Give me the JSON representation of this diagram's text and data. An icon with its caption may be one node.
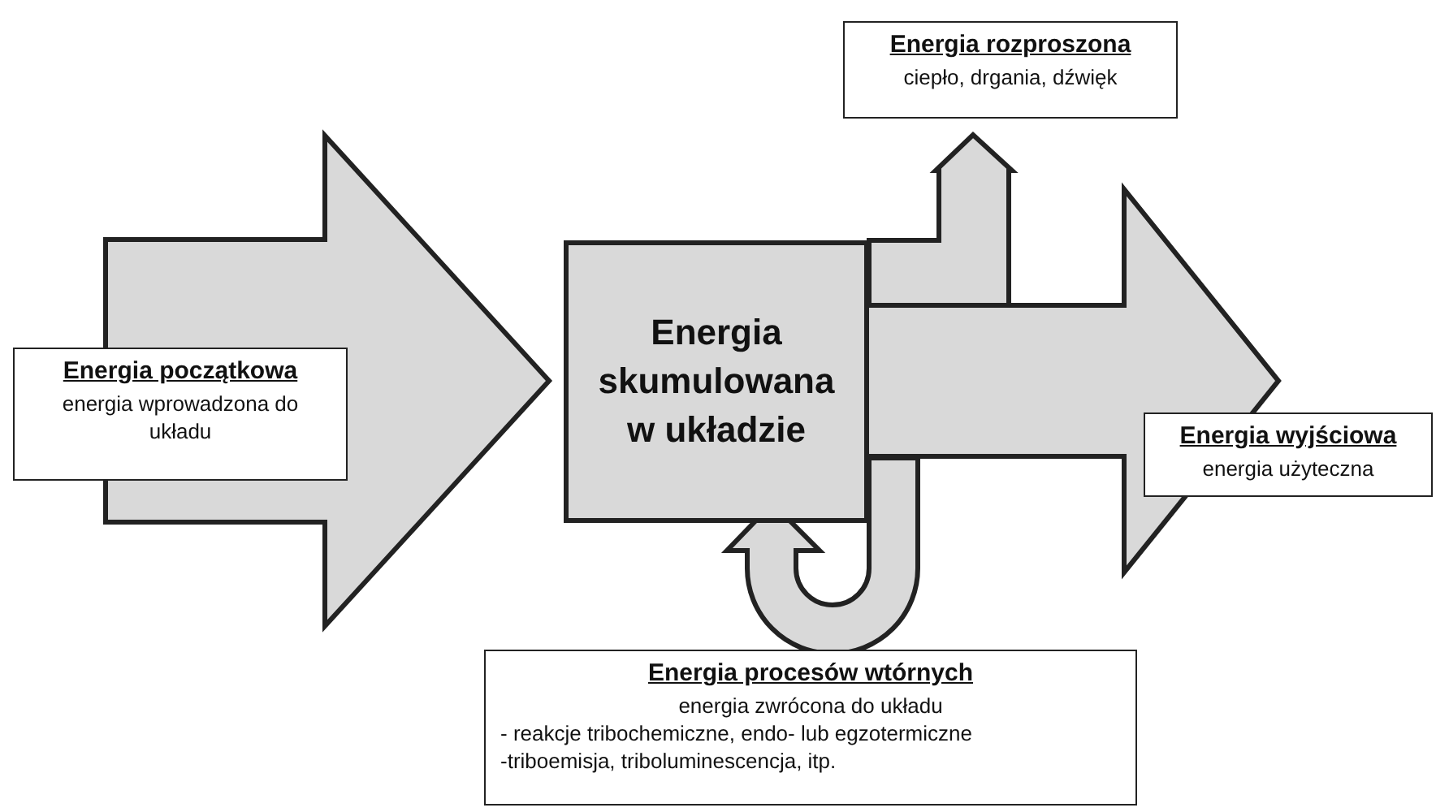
{
  "diagram": {
    "nodes": [
      {
        "text": [
          "Energia początkowa",
          "energia wprowadzona do układu"
        ]
      },
      {
        "text": [
          "Energia skumulowana w układzie"
        ]
      },
      {
        "text": [
          "Energia rozproszona",
          "ciepło, drgania, dźwięk"
        ]
      },
      {
        "text": [
          "Energia wyjściowa",
          "energia użyteczna"
        ]
      },
      {
        "text": [
          "Energia procesów wtórnych",
          "energia zwrócona do układu",
          "- reakcje tribochemiczne, endo-  lub egzotermiczne",
          "-triboemisja, triboluminescencja, itp."
        ]
      }
    ],
    "edges": [
      {
        "from": 0,
        "to": 1,
        "arrow": "to"
      },
      {
        "from": 1,
        "to": 2,
        "arrow": "to"
      },
      {
        "from": 1,
        "to": 3,
        "arrow": "to"
      },
      {
        "from": 1,
        "to": 1,
        "arrow": "to"
      }
    ]
  }
}
